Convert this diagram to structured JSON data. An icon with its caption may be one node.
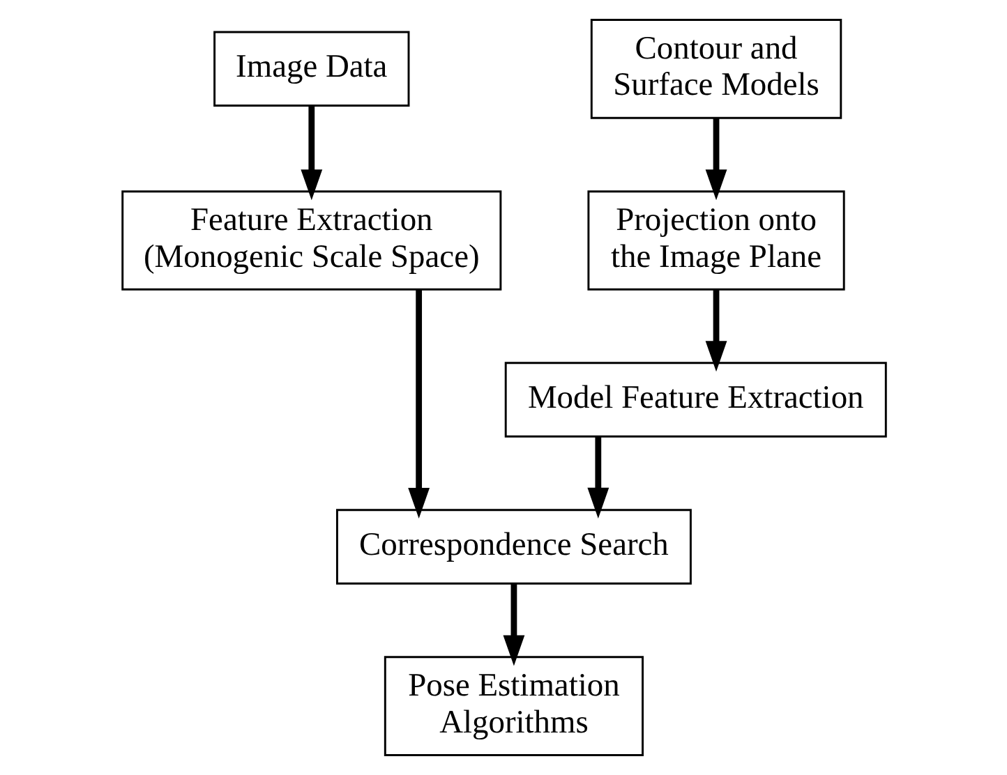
{
  "diagram": {
    "nodes": [
      {
        "text": [
          "Image Data"
        ]
      },
      {
        "text": [
          "Feature Extraction (Monogenic Scale Space)"
        ]
      },
      {
        "text": [
          "Contour and Surface Models"
        ]
      },
      {
        "text": [
          "Projection onto the Image Plane"
        ]
      },
      {
        "text": [
          "Model Feature Extraction"
        ]
      },
      {
        "text": [
          "Correspondence Search"
        ]
      },
      {
        "text": [
          "Pose Estimation Algorithms"
        ]
      }
    ],
    "edges": [
      {
        "from": 0,
        "to": 1,
        "arrow": "to"
      },
      {
        "from": 2,
        "to": 3,
        "arrow": "to"
      },
      {
        "from": 3,
        "to": 4,
        "arrow": "to"
      },
      {
        "from": 1,
        "to": 5,
        "arrow": "to"
      },
      {
        "from": 4,
        "to": 5,
        "arrow": "to"
      },
      {
        "from": 5,
        "to": 6,
        "arrow": "to"
      }
    ]
  }
}
